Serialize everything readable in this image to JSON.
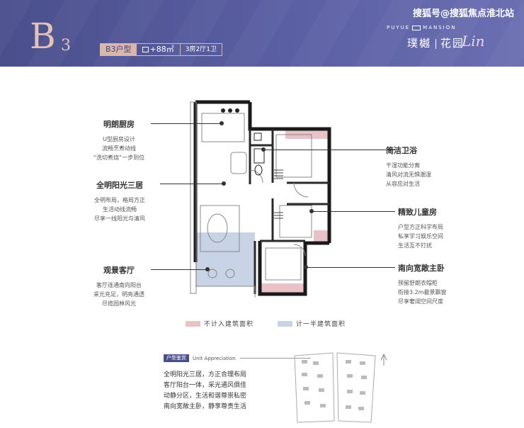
{
  "header": {
    "letter": "B",
    "number": "3",
    "type_name": "B3户型",
    "area": "+88㎡",
    "rooms": "3房2厅1卫",
    "watermark": "搜狐号@搜狐焦点淮北站",
    "brand_en_left": "PUYUE",
    "brand_en_right": "MANSION",
    "brand_cn_left": "璞樾",
    "brand_cn_right": "花园",
    "brand_script": "Lin",
    "colors": {
      "band": "#4a4f8c",
      "accent": "#d9b7ad"
    }
  },
  "callouts": {
    "kitchen": {
      "title": "明朗厨房",
      "lines": [
        "U型厨房设计",
        "流畅烹煮动线",
        "“洗切煮烧”一步到位"
      ]
    },
    "three_rooms": {
      "title": "全明阳光三居",
      "lines": [
        "全明布局，格局方正",
        "生活动线流畅",
        "尽享一线阳光与清风"
      ]
    },
    "living": {
      "title": "观景客厅",
      "lines": [
        "客厅连通南向阳台",
        "采光充足，明亮通透",
        "尽揽园林风光"
      ]
    },
    "bath": {
      "title": "简洁卫浴",
      "lines": [
        "干湿功能分离",
        "清风对流无惧潮湿",
        "从容应对生活"
      ]
    },
    "kids": {
      "title": "精致儿童房",
      "lines": [
        "户型方正科学布局",
        "私享学习娱乐空间",
        "生活互不打扰"
      ]
    },
    "master": {
      "title": "南向宽敞主卧",
      "lines": [
        "预留舒朗衣帽柜",
        "衔接3.2m最景飘窗",
        "尽享奢阔空间尺度"
      ]
    }
  },
  "legend": {
    "not_counted": {
      "label": "不计入建筑面积",
      "color": "#e9c2c7"
    },
    "half_counted": {
      "label": "计一半建筑面积",
      "color": "#c9d3e6"
    }
  },
  "appreciation": {
    "tag_cn": "户型鉴赏",
    "tag_en": "Unit Appreciation",
    "lines": [
      "全明阳光三居，方正合理布局",
      "客厅阳台一体，采光通风俱佳",
      "动静分区，生活和谐尊崇私密",
      "南向宽敞主卧，静享尊贵生活"
    ]
  }
}
